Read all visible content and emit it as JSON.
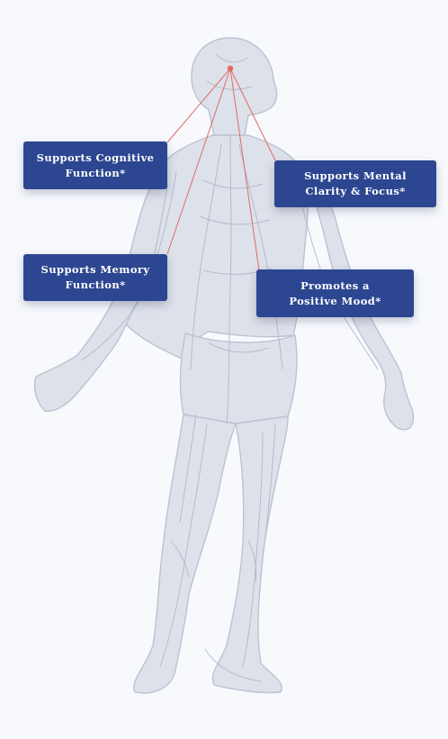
{
  "diagram": {
    "colors": {
      "background": "#f7f9fd",
      "figure": "#c9cedb",
      "callout": "#2c4691",
      "connector": "#e26a66"
    },
    "callouts": [
      {
        "line1": "Supports Cognitive",
        "line2": "Function*"
      },
      {
        "line1": "Supports Mental",
        "line2": "Clarity & Focus*"
      },
      {
        "line1": "Supports Memory",
        "line2": "Function*"
      },
      {
        "line1": "Promotes a",
        "line2": "Positive Mood*"
      }
    ]
  }
}
